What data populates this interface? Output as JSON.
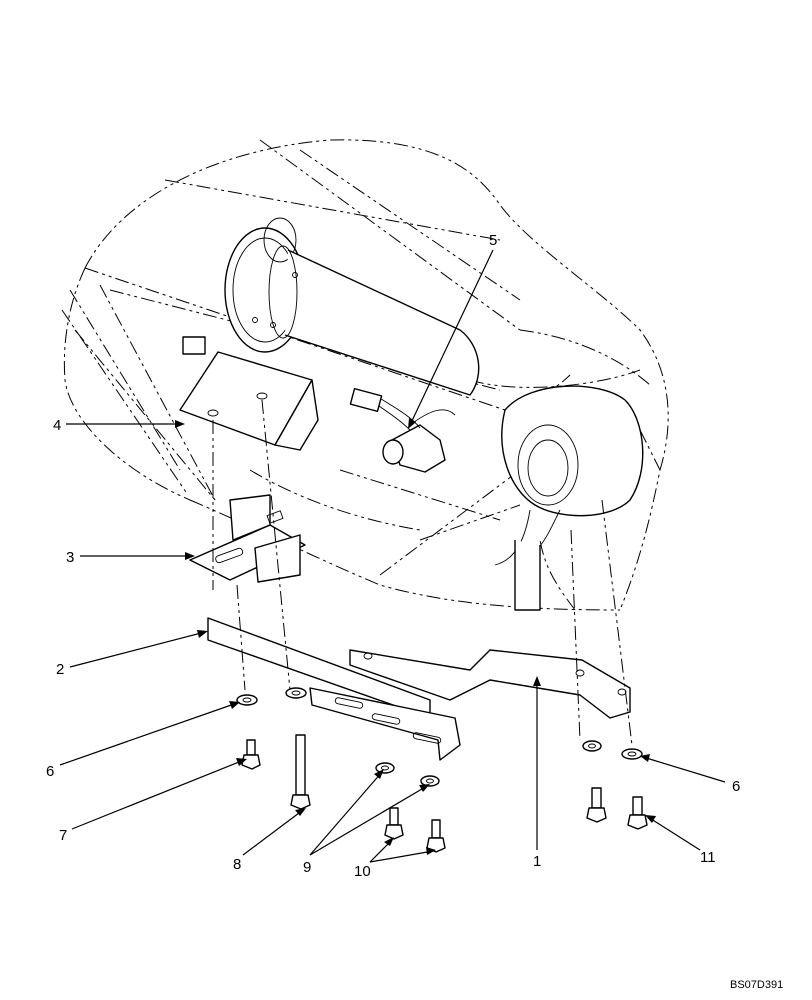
{
  "callouts": [
    {
      "id": "1",
      "text": "1"
    },
    {
      "id": "2",
      "text": "2"
    },
    {
      "id": "3",
      "text": "3"
    },
    {
      "id": "4",
      "text": "4"
    },
    {
      "id": "5",
      "text": "5"
    },
    {
      "id": "6a",
      "text": "6"
    },
    {
      "id": "6b",
      "text": "6"
    },
    {
      "id": "7",
      "text": "7"
    },
    {
      "id": "8",
      "text": "8"
    },
    {
      "id": "9",
      "text": "9"
    },
    {
      "id": "10",
      "text": "10"
    },
    {
      "id": "11",
      "text": "11"
    }
  ],
  "drawing_code": "BS07D391"
}
